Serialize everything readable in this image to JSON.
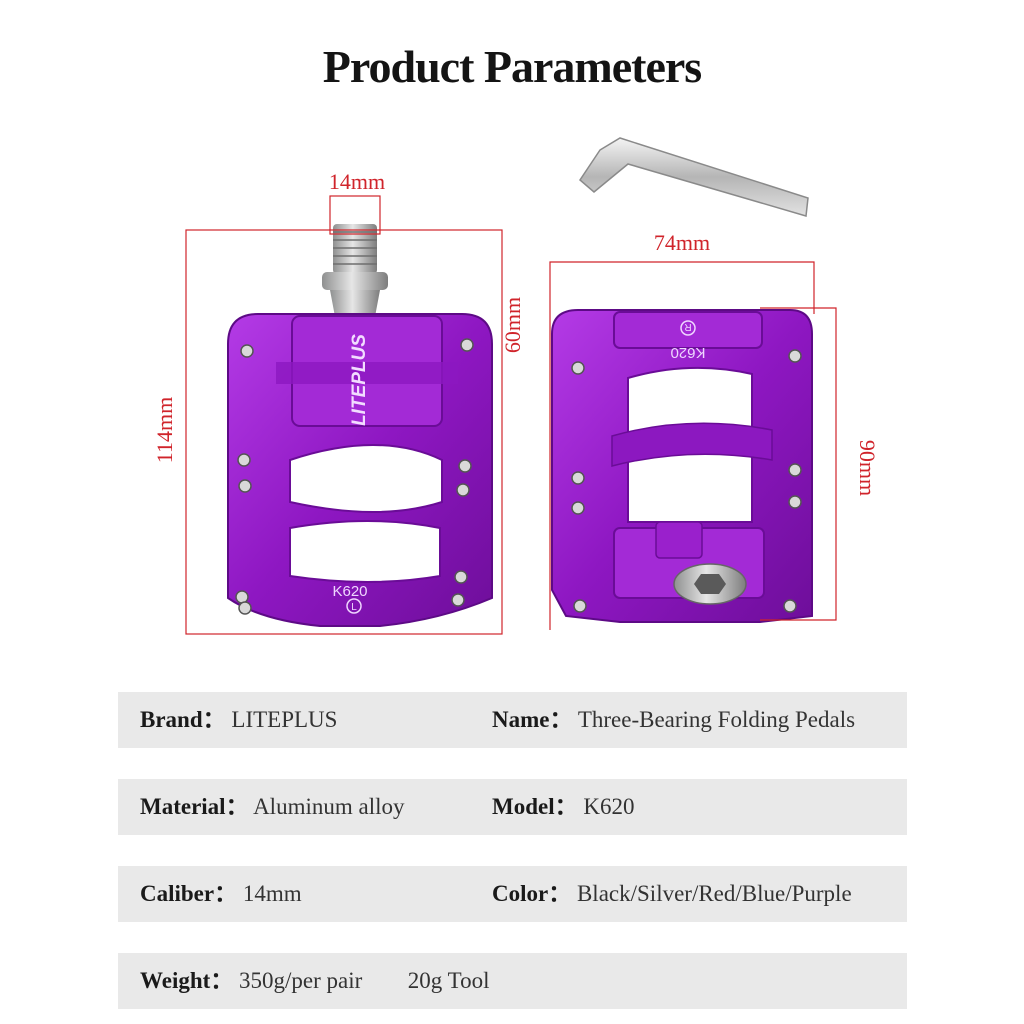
{
  "title": "Product Parameters",
  "dimensions": {
    "spindle": "14mm",
    "length_left": "114mm",
    "width_top": "60mm",
    "width_right": "74mm",
    "length_right": "90mm"
  },
  "pedal_text": {
    "brand_mark": "LITEPLUS",
    "model_left": "K620",
    "side_left": "L",
    "model_right": "K620",
    "side_right": "R"
  },
  "colors": {
    "accent": "#d0242b",
    "pedal": "#9a1fc9",
    "row_bg": "#e9e9e9"
  },
  "specs": [
    {
      "label": "Brand：",
      "value": "LITEPLUS",
      "label2": "Name：",
      "value2": "Three-Bearing Folding Pedals"
    },
    {
      "label": "Material：",
      "value": "Aluminum alloy",
      "label2": "Model：",
      "value2": "K620"
    },
    {
      "label": "Caliber：",
      "value": "14mm",
      "label2": "Color：",
      "value2": "Black/Silver/Red/Blue/Purple"
    },
    {
      "label": "Weight：",
      "value": "350g/per pair",
      "extra": "20g Tool"
    }
  ]
}
